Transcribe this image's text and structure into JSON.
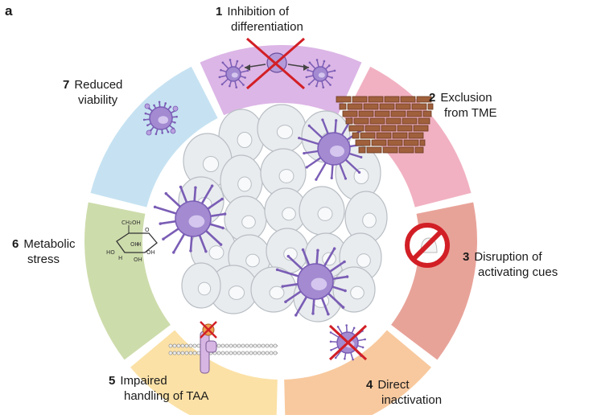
{
  "panel_label": "a",
  "ring_colors": {
    "inhibition": "#dcb6e6",
    "exclusion": "#f1b1c2",
    "disruption": "#e8a399",
    "inactivation": "#f8c99e",
    "taa": "#fbe1a6",
    "metabolic": "#cddcab",
    "viability": "#c6e2f2",
    "center": "#ffffff",
    "cell_fill": "#e9ecef",
    "cell_stroke": "#b8bec4",
    "dc_fill": "#a38ad1",
    "dc_dark": "#7a5db5",
    "red_x": "#d21f26",
    "brick": "#a0603c",
    "mortar": "#e8dcc4"
  },
  "items": [
    {
      "number": "1",
      "line1": "Inhibition of",
      "line2": "differentiation",
      "icon": "crossed-differentiation-icon"
    },
    {
      "number": "2",
      "line1": "Exclusion",
      "line2": "from TME",
      "icon": "brick-wall-icon"
    },
    {
      "number": "3",
      "line1": "Disruption of",
      "line2": "activating cues",
      "icon": "prohibited-icon"
    },
    {
      "number": "4",
      "line1": "Direct",
      "line2": "inactivation",
      "icon": "crossed-dendritic-cell-icon"
    },
    {
      "number": "5",
      "line1": "Impaired",
      "line2": "handling of TAA",
      "icon": "membrane-receptor-icon"
    },
    {
      "number": "6",
      "line1": "Metabolic",
      "line2": "stress",
      "icon": "glucose-molecule-icon"
    },
    {
      "number": "7",
      "line1": "Reduced",
      "line2": "viability",
      "icon": "dying-cell-icon"
    }
  ],
  "glucose": {
    "ch2oh": "CH₂OH",
    "o": "O",
    "ho": "HO",
    "oh": "OH",
    "h": "H"
  }
}
